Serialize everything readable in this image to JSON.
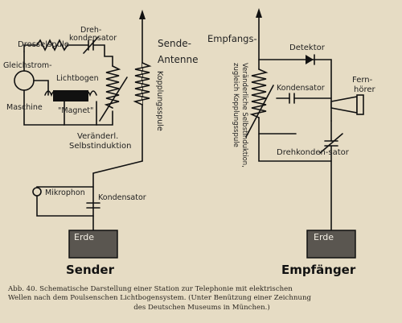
{
  "labels": {
    "drosselspule": "Drosselspule",
    "drehkondensator_top_1": "Dreh-",
    "drehkondensator_top_2": "kondensator",
    "gleichstrom": "Gleichstrom-",
    "maschine": "Maschine",
    "lichtbogen": "Lichtbogen",
    "magnet": "\"Magnet\"",
    "sende": "Sende-",
    "antenne": "Antenne",
    "kopplungsspule": "Kopplungsspule",
    "veraenderl_1": "Veränderl.",
    "veraenderl_2": "Selbstinduktion",
    "mikrophon": "Mikrophon",
    "kondensator_send": "Kondensator",
    "erde_send": "Erde",
    "sender": "Sender",
    "empfangs": "Empfangs-",
    "detektor": "Detektor",
    "kondensator_recv": "Kondensator",
    "fern": "Fern-",
    "hoerer": "hörer",
    "rx_coil_1": "Veränderliche Selbstinduktion,",
    "rx_coil_2": "zugleich Kopplungsspule",
    "drehkondensator_rx": "Drehkonden-sator",
    "erde_recv": "Erde",
    "empfaenger": "Empfänger"
  },
  "caption": {
    "line1": "Abb. 40.  Schematische Darstellung einer Station zur Telephonie mit elektrischen",
    "line2": "Wellen nach dem Poulsenschen Lichtbogensystem. (Unter Benützung einer Zeichnung",
    "line3": "des Deutschen Museums in München.)"
  },
  "colors": {
    "paper": "#e6dcc4",
    "ink": "#111111",
    "earth_box": "#5a5650"
  }
}
